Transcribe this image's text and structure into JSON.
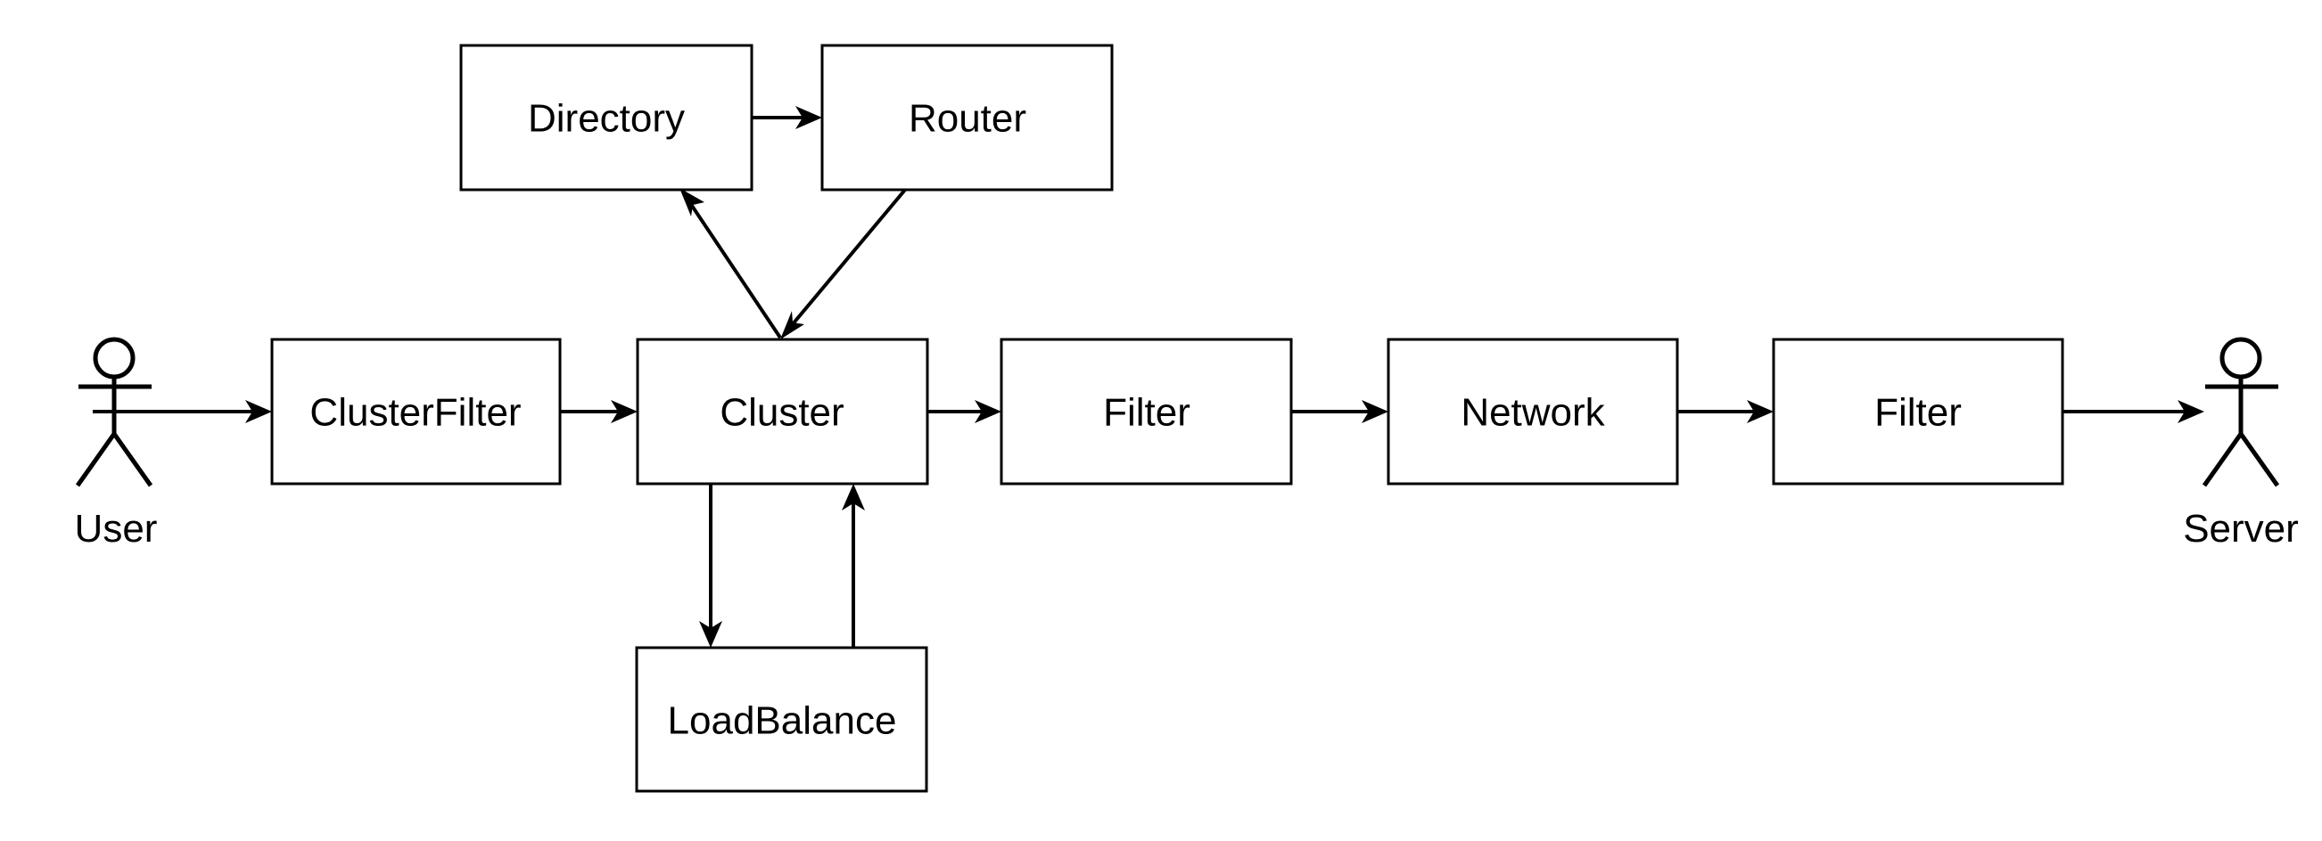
{
  "diagram": {
    "type": "flow-architecture-diagram",
    "background_color": "#ffffff",
    "line_color": "#000000",
    "box_fill": "#ffffff",
    "actors": [
      {
        "id": "user",
        "label": "User",
        "side": "left"
      },
      {
        "id": "server",
        "label": "Server",
        "side": "right"
      }
    ],
    "nodes": [
      {
        "id": "cluster-filter",
        "label": "ClusterFilter"
      },
      {
        "id": "cluster",
        "label": "Cluster"
      },
      {
        "id": "directory",
        "label": "Directory"
      },
      {
        "id": "router",
        "label": "Router"
      },
      {
        "id": "load-balance",
        "label": "LoadBalance"
      },
      {
        "id": "filter-1",
        "label": "Filter"
      },
      {
        "id": "network",
        "label": "Network"
      },
      {
        "id": "filter-2",
        "label": "Filter"
      }
    ],
    "edges": [
      {
        "from": "user",
        "to": "cluster-filter",
        "direction": "forward"
      },
      {
        "from": "cluster-filter",
        "to": "cluster",
        "direction": "forward"
      },
      {
        "from": "cluster",
        "to": "directory",
        "direction": "forward"
      },
      {
        "from": "directory",
        "to": "router",
        "direction": "forward"
      },
      {
        "from": "router",
        "to": "cluster",
        "direction": "forward"
      },
      {
        "from": "cluster",
        "to": "load-balance",
        "direction": "forward"
      },
      {
        "from": "load-balance",
        "to": "cluster",
        "direction": "forward"
      },
      {
        "from": "cluster",
        "to": "filter-1",
        "direction": "forward"
      },
      {
        "from": "filter-1",
        "to": "network",
        "direction": "forward"
      },
      {
        "from": "network",
        "to": "filter-2",
        "direction": "forward"
      },
      {
        "from": "filter-2",
        "to": "server",
        "direction": "forward"
      }
    ]
  }
}
